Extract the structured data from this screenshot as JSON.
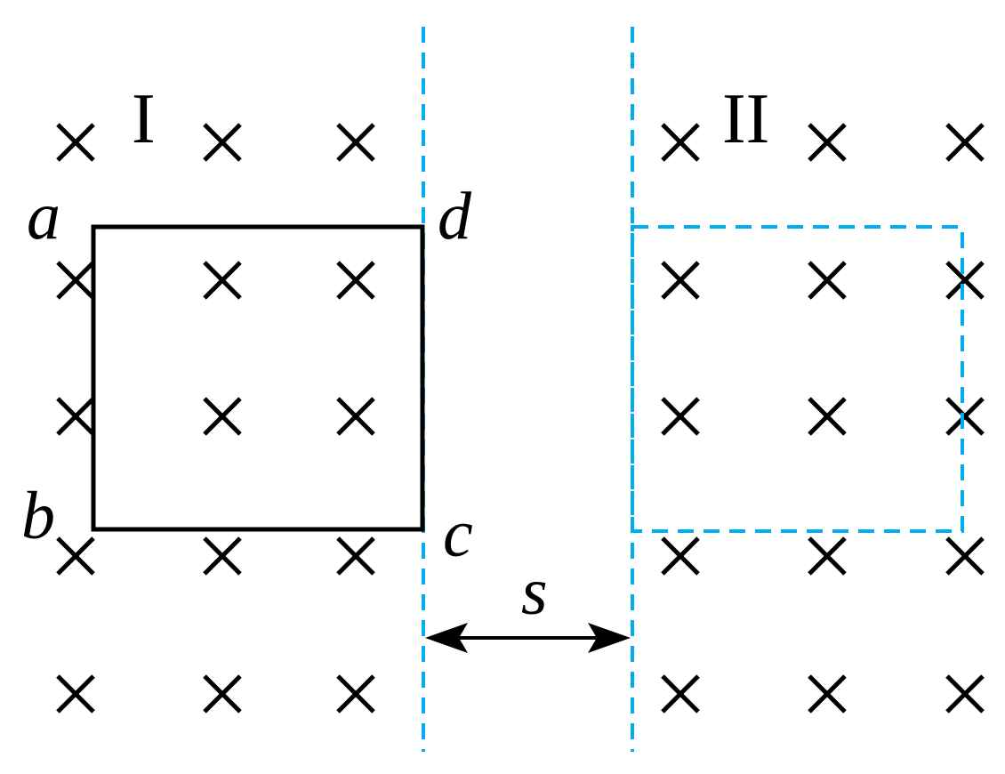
{
  "colors": {
    "field_boundary": "#00AEEF",
    "loop": "#000000",
    "field_marks": "#000000"
  },
  "regions": {
    "region_1_label": "I",
    "region_2_label": "II"
  },
  "loop_vertices": {
    "a": "a",
    "b": "b",
    "c": "c",
    "d": "d"
  },
  "gap_label": "s",
  "field_symbol": "cross"
}
